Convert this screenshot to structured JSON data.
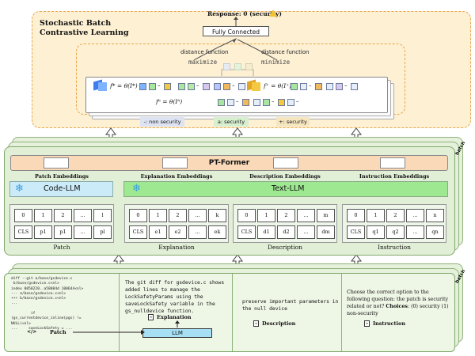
{
  "contrastive": {
    "title_line1": "Stochastic Batch",
    "title_line2": "Contrastive Learning",
    "response": "Response: 0 (security)",
    "fully_connected": "Fully Connected",
    "distance_left": "distance function",
    "distance_right": "distance function",
    "maximize": "maximize",
    "minimize": "minimize",
    "formula_anchor": "f* = θ(I*)",
    "formula_neg": "fⁿ = θ(Iⁿ)",
    "formula_pos": "f⁺ = θ(I⁺)",
    "legend_neg": "-: non security",
    "legend_anchor": "a: security",
    "legend_pos": "+: security",
    "colors": {
      "blue": "#7fb2ff",
      "green": "#a9e6a0",
      "yellow": "#f5c842",
      "orange": "#f2b85c"
    }
  },
  "model": {
    "pt_former": "PT-Former",
    "batch_label": "batch",
    "embeddings": [
      "Patch Embeddings",
      "Explanation Embeddings",
      "Description Embeddings",
      "Instruction Embeddings"
    ],
    "code_llm": "Code-LLM",
    "text_llm": "Text-LLM",
    "groups": [
      {
        "label": "Patch",
        "top": [
          "0",
          "1",
          "2",
          "...",
          "l"
        ],
        "bottom": [
          "CLS",
          "p1",
          "p1",
          "...",
          "pl"
        ]
      },
      {
        "label": "Explanation",
        "top": [
          "0",
          "1",
          "2",
          "...",
          "k"
        ],
        "bottom": [
          "CLS",
          "e1",
          "e2",
          "...",
          "ek"
        ]
      },
      {
        "label": "Description",
        "top": [
          "0",
          "1",
          "2",
          "...",
          "m"
        ],
        "bottom": [
          "CLS",
          "d1",
          "d2",
          "...",
          "dm"
        ]
      },
      {
        "label": "Instruction",
        "top": [
          "0",
          "1",
          "2",
          "...",
          "n"
        ],
        "bottom": [
          "CLS",
          "q1",
          "q2",
          "...",
          "qn"
        ]
      }
    ]
  },
  "input": {
    "batch_label": "batch",
    "code": "diff --git a/base/gsdevice.c\n b/base/gsdevice.c<nl>\nindex 0050220..a58084d 100644<nl>\n--- a/base/gsdevice.c<nl>\n+++ b/base/gsdevice.c<nl>\n...\n\n         if\n(gs_currentdevice_inline(pgs) !=\nNULL)<nl>\n...     saveLockSafety = ...",
    "patch_label": "Patch",
    "patch_icon": "</>",
    "explanation_text": "The git diff for gsdevice.c shows added lines to manage the LockSafetyParams using the saveLockSafety variable in the gs_nulldevice function.",
    "explanation_label": "Explanation",
    "llm_label": "LLM",
    "description_text": "preserve important parameters in the null device",
    "description_label": "Description",
    "instruction_text": "Choose the correct option to the following question: the patch is security related or not?",
    "choices_label": "Choices",
    "choices_text": ": (0) security (1) non-security",
    "instruction_label": "Instruction"
  }
}
